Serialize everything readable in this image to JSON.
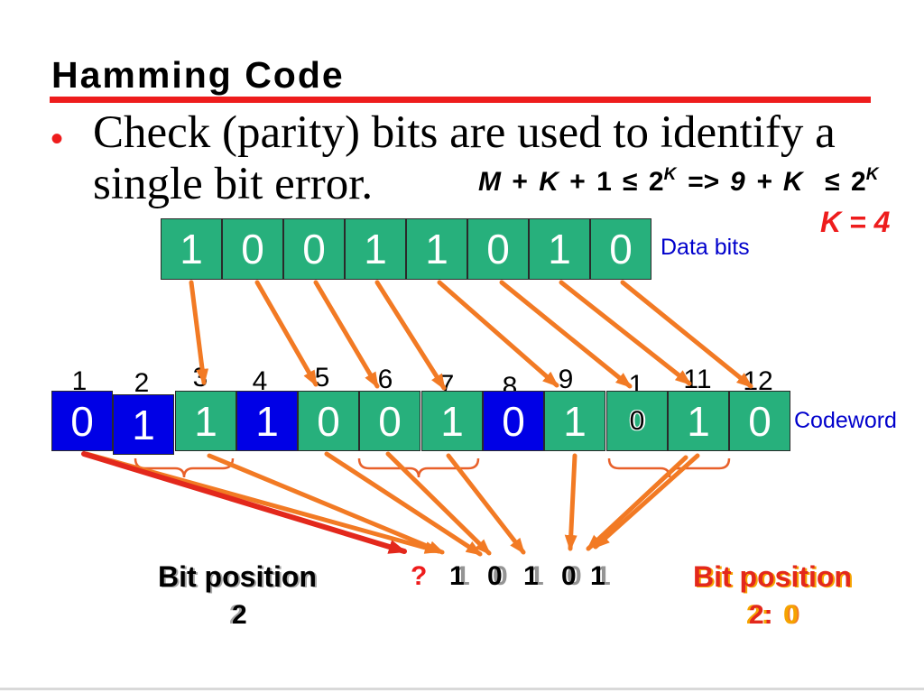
{
  "title": "Hamming Code",
  "bullet": {
    "marker": "•",
    "lines": [
      "Check (parity) bits are used to identify a",
      "single bit error."
    ]
  },
  "formula": {
    "parts": [
      "M",
      " + ",
      "K",
      " + 1 ≤ 2",
      "K",
      " => 9 + K",
      "  ≤ 2",
      "K"
    ]
  },
  "k_result": "K = 4",
  "data_bits": {
    "label": "Data bits",
    "values": [
      "1",
      "0",
      "0",
      "1",
      "1",
      "0",
      "1",
      "0"
    ]
  },
  "codeword": {
    "label": "Codeword",
    "position_labels": [
      "1",
      "2",
      "3",
      "4",
      "5",
      "6",
      "7",
      "8",
      "9",
      "1",
      "11",
      "12"
    ],
    "bits": [
      {
        "value": "0",
        "kind": "check"
      },
      {
        "value": "1",
        "kind": "check"
      },
      {
        "value": "1",
        "kind": "data"
      },
      {
        "value": "1",
        "kind": "check"
      },
      {
        "value": "0",
        "kind": "data"
      },
      {
        "value": "0",
        "kind": "data"
      },
      {
        "value": "1",
        "kind": "data"
      },
      {
        "value": "0",
        "kind": "check"
      },
      {
        "value": "1",
        "kind": "data"
      },
      {
        "value": "0",
        "kind": "data"
      },
      {
        "value": "1",
        "kind": "data"
      },
      {
        "value": "0",
        "kind": "data"
      }
    ]
  },
  "result": {
    "left": {
      "label": "Bit position",
      "value": "2"
    },
    "middle": [
      "?",
      "1",
      "0",
      "1",
      "0",
      "1"
    ],
    "right": {
      "label": "Bit position",
      "value_prefix": "2:",
      "value": "0"
    }
  },
  "colors": {
    "check_bit": "#0000e6",
    "data_bit": "#27b07c",
    "arrow": "#f27a24",
    "error_arrow": "#e3281c",
    "accent_red": "#ee1c1c",
    "label_blue": "#0000cc",
    "result_orange": "#f5a300"
  }
}
